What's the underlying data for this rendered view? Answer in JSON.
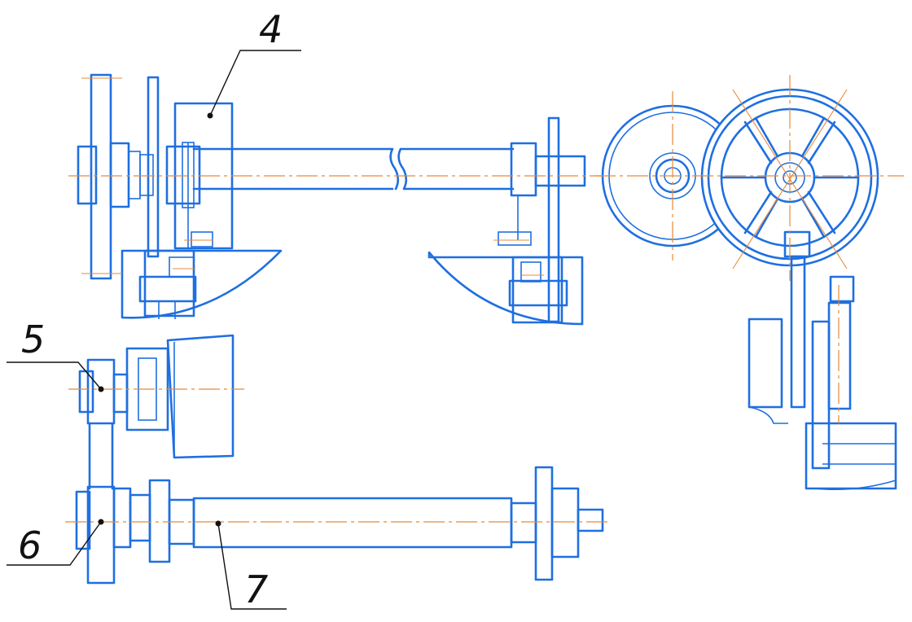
{
  "drawing": {
    "stroke_color": "#1f6fe0",
    "centerline_color": "#e8893a",
    "leader_color": "#111111",
    "background": "#ffffff"
  },
  "callouts": [
    {
      "id": "4",
      "label": "4"
    },
    {
      "id": "5",
      "label": "5"
    },
    {
      "id": "6",
      "label": "6"
    },
    {
      "id": "7",
      "label": "7"
    }
  ]
}
